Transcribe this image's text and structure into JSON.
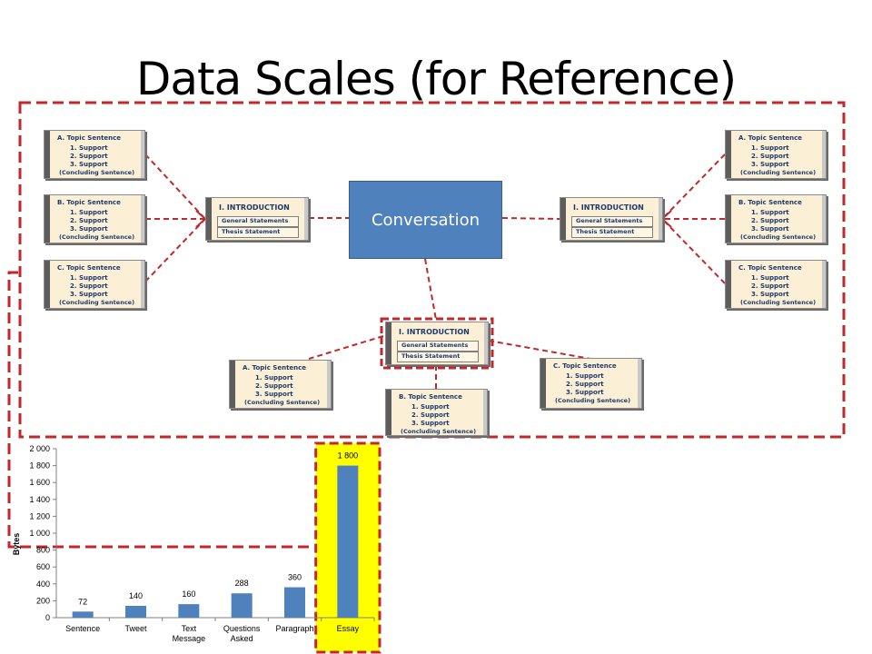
{
  "slide": {
    "title": "Data Scales (for Reference)"
  },
  "diagram": {
    "center_box": "Conversation",
    "introduction": {
      "heading": "I. INTRODUCTION",
      "row1": "General Statements",
      "row2": "Thesis Statement"
    },
    "paragraphs": {
      "a_heading": "A. Topic Sentence",
      "b_heading": "B. Topic Sentence",
      "c_heading": "C. Topic Sentence",
      "support1": "1. Support",
      "support2": "2. Support",
      "support3": "3. Support",
      "concluding": "(Concluding Sentence)"
    },
    "colors": {
      "dashed_line": "#c0282d",
      "card_fill": "#fbf0d6",
      "card_text": "#1d3a6e",
      "conversation_fill": "#4f81bd"
    }
  },
  "chart_data": {
    "type": "bar",
    "categories": [
      "Sentence",
      "Tweet",
      "Text Message",
      "Questions Asked",
      "Paragraph",
      "Essay"
    ],
    "category_labels": [
      [
        "Sentence"
      ],
      [
        "Tweet"
      ],
      [
        "Text",
        "Message"
      ],
      [
        "Questions",
        "Asked"
      ],
      [
        "Paragraph"
      ],
      [
        "Essay"
      ]
    ],
    "values": [
      72,
      140,
      160,
      288,
      360,
      1800
    ],
    "value_labels": [
      "72",
      "140",
      "160",
      "288",
      "360",
      "1 800"
    ],
    "ylabel": "Bytes",
    "ylim": [
      0,
      2000
    ],
    "yticks": [
      0,
      200,
      400,
      600,
      800,
      1000,
      1200,
      1400,
      1600,
      1800,
      2000
    ],
    "ytick_labels": [
      "0",
      "200",
      "400",
      "600",
      "800",
      "1 000",
      "1 200",
      "1 400",
      "1 600",
      "1 800",
      "2 000"
    ],
    "bar_color": "#4f81bd",
    "highlight_category": "Essay",
    "highlight_color": "#ffff00"
  }
}
